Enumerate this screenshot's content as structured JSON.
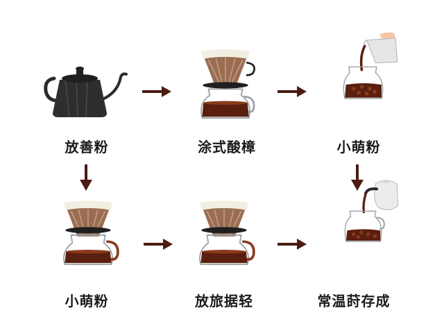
{
  "colors": {
    "arrow": "#4a1c12",
    "coffee": "#5a1f0f",
    "coffee_light": "#8a3a1c",
    "filter": "#f3eee2",
    "cone": "#9a6d52",
    "kettle": "#2a2a2a",
    "kettle_white": "#ececea",
    "glass": "#9aa2a8"
  },
  "steps": [
    {
      "label": "放善粉",
      "icon": "kettle-icon"
    },
    {
      "label": "涂式酸樟",
      "icon": "pour-over-dripper-icon"
    },
    {
      "label": "小萌粉",
      "icon": "carafe-pour-icon"
    },
    {
      "label": "小萌粉",
      "icon": "pour-over-dripper-icon"
    },
    {
      "label": "放旅据轻",
      "icon": "pour-over-dripper-icon"
    },
    {
      "label": "常温莳存成",
      "icon": "carafe-kettle-pour-icon"
    }
  ]
}
